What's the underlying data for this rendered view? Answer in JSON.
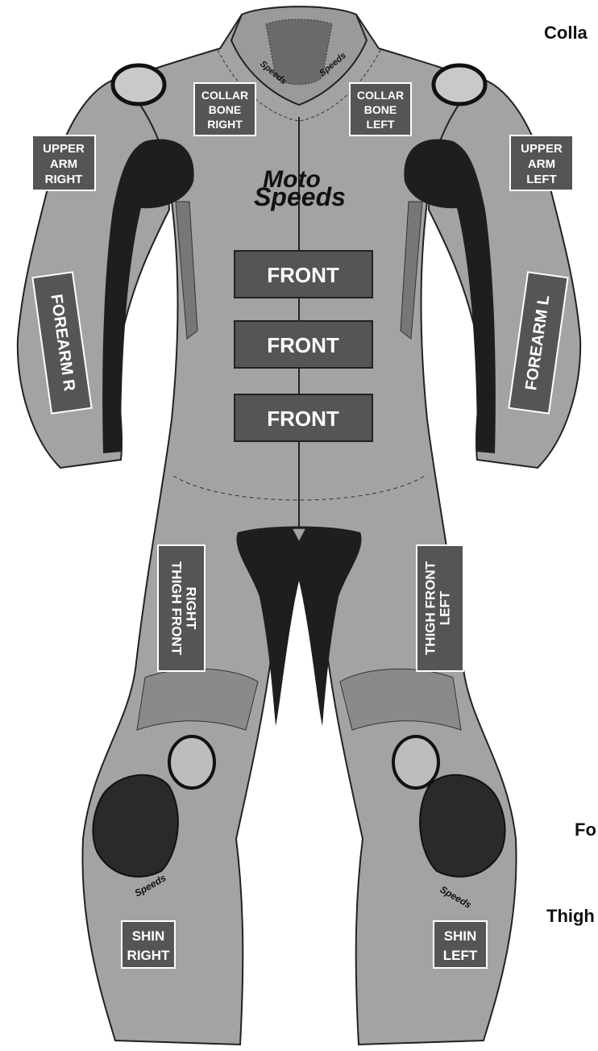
{
  "colors": {
    "suit": "#a3a3a3",
    "dark": "#1e1e1e",
    "patch": "#555555",
    "patch_border": "#ffffff",
    "outline": "#222222",
    "slider": "#bdbdbd"
  },
  "brand": {
    "line1": "Moto",
    "line2": "Speeds"
  },
  "patches": {
    "collar_bone_right": [
      "COLLAR",
      "BONE",
      "RIGHT"
    ],
    "collar_bone_left": [
      "COLLAR",
      "BONE",
      "LEFT"
    ],
    "upper_arm_right": [
      "UPPER",
      "ARM",
      "RIGHT"
    ],
    "upper_arm_left": [
      "UPPER",
      "ARM",
      "LEFT"
    ],
    "front_1": "FRONT",
    "front_2": "FRONT",
    "front_3": "FRONT",
    "forearm_r": "FOREARM R",
    "forearm_l": "FOREARM L",
    "thigh_front_right": [
      "THIGH FRONT",
      "RIGHT"
    ],
    "thigh_front_left": [
      "THIGH FRONT",
      "LEFT"
    ],
    "shin_right": [
      "SHIN",
      "RIGHT"
    ],
    "shin_left": [
      "SHIN",
      "LEFT"
    ]
  },
  "side_labels": {
    "collar": "Colla",
    "forearm": "Fo",
    "thigh": "Thigh"
  }
}
